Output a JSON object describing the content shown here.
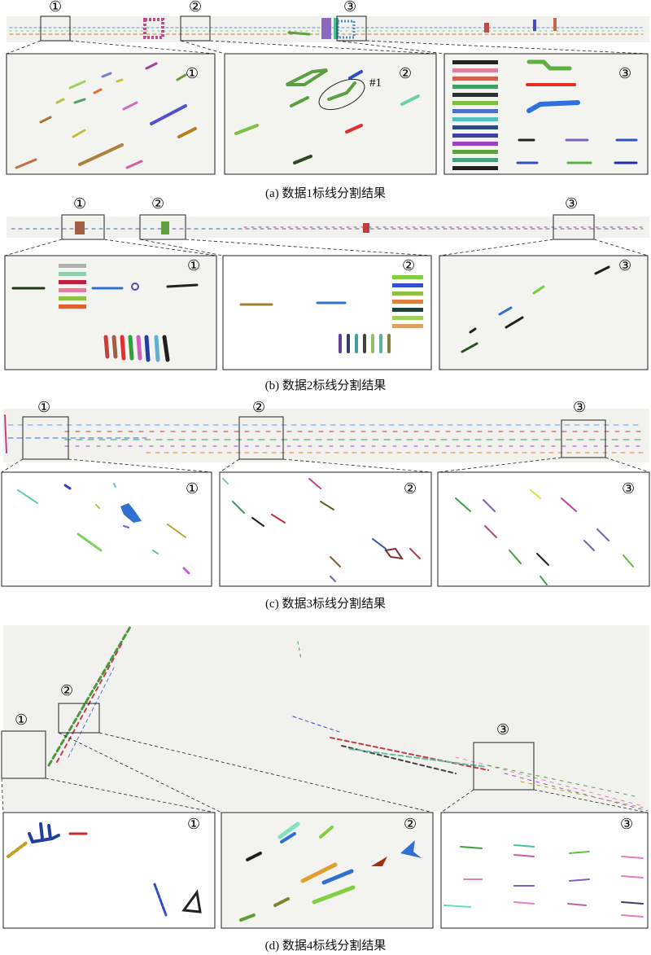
{
  "panels": [
    {
      "caption": "(a) 数据1标线分割结果",
      "labels": [
        "①",
        "②",
        "③"
      ],
      "annotation": "#1"
    },
    {
      "caption": "(b) 数据2标线分割结果",
      "labels": [
        "①",
        "②",
        "③"
      ]
    },
    {
      "caption": "(c) 数据3标线分割结果",
      "labels": [
        "①",
        "②",
        "③"
      ]
    },
    {
      "caption": "(d) 数据4标线分割结果",
      "labels": [
        "①",
        "②",
        "③"
      ]
    }
  ]
}
